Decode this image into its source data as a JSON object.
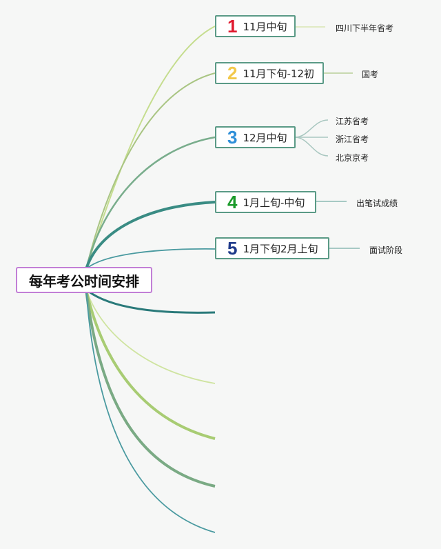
{
  "root": {
    "label": "每年考公时间安排"
  },
  "nodes": [
    {
      "num": "1",
      "label": "11月中旬",
      "num_color": "#e0192e",
      "leaves": [
        "四川下半年省考"
      ]
    },
    {
      "num": "2",
      "label": "11月下旬-12初",
      "num_color": "#f2c84b",
      "leaves": [
        "国考"
      ]
    },
    {
      "num": "3",
      "label": "12月中旬",
      "num_color": "#2f8fd8",
      "leaves": [
        "江苏省考",
        "浙江省考",
        "北京京考"
      ]
    },
    {
      "num": "4",
      "label": "1月上旬-中旬",
      "num_color": "#1a9a2a",
      "leaves": [
        "出笔试成绩"
      ]
    },
    {
      "num": "5",
      "label": "1月下旬2月上旬",
      "num_color": "#1f3a8a",
      "leaves": [
        "面试阶段"
      ]
    }
  ],
  "colors": {
    "root_border": "#c27fd6",
    "node_border": "#5a9a86"
  }
}
